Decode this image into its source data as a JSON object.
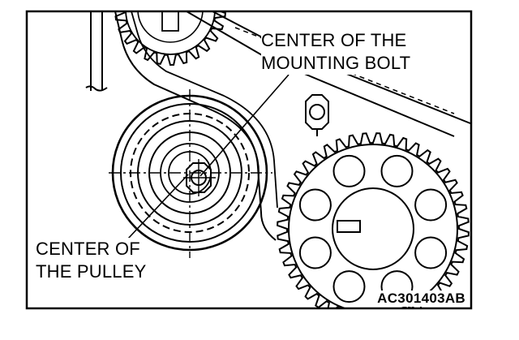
{
  "diagram": {
    "labels": {
      "mounting_bolt": [
        "CENTER OF THE",
        "MOUNTING BOLT"
      ],
      "pulley": [
        "CENTER OF",
        "THE PULLEY"
      ]
    },
    "figure_id": "AC301403AB",
    "line_color": "#000000",
    "background": "#ffffff"
  }
}
